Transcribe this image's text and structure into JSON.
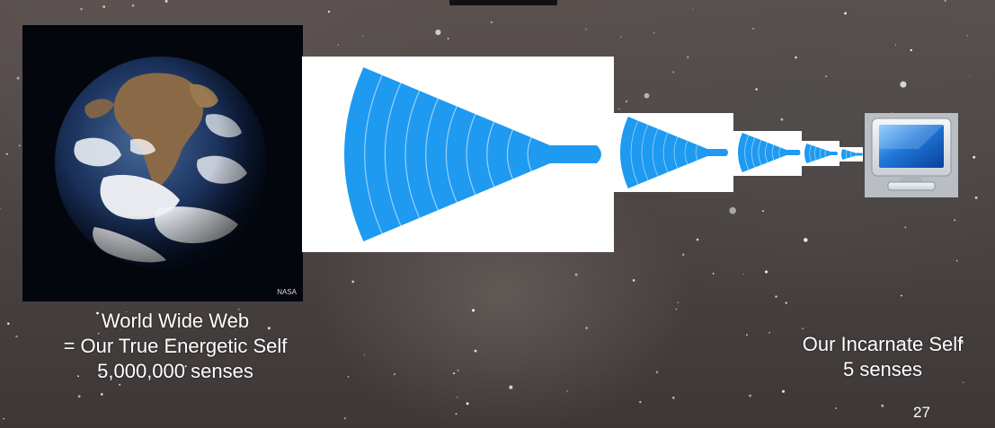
{
  "left_caption": {
    "line1": "World Wide Web",
    "line2": "= Our True Energetic Self",
    "line3": "5,000,000 senses"
  },
  "right_caption": {
    "line1": "Our Incarnate Self",
    "line2": "5 senses"
  },
  "earth_image": {
    "credit": "NASA"
  },
  "page_number": "27",
  "colors": {
    "cone_blue": "#1e9af0",
    "background": "#4c4544",
    "caption_text": "#ffffff"
  },
  "icons": [
    "earth-image",
    "cone-icon",
    "computer-monitor-icon"
  ]
}
